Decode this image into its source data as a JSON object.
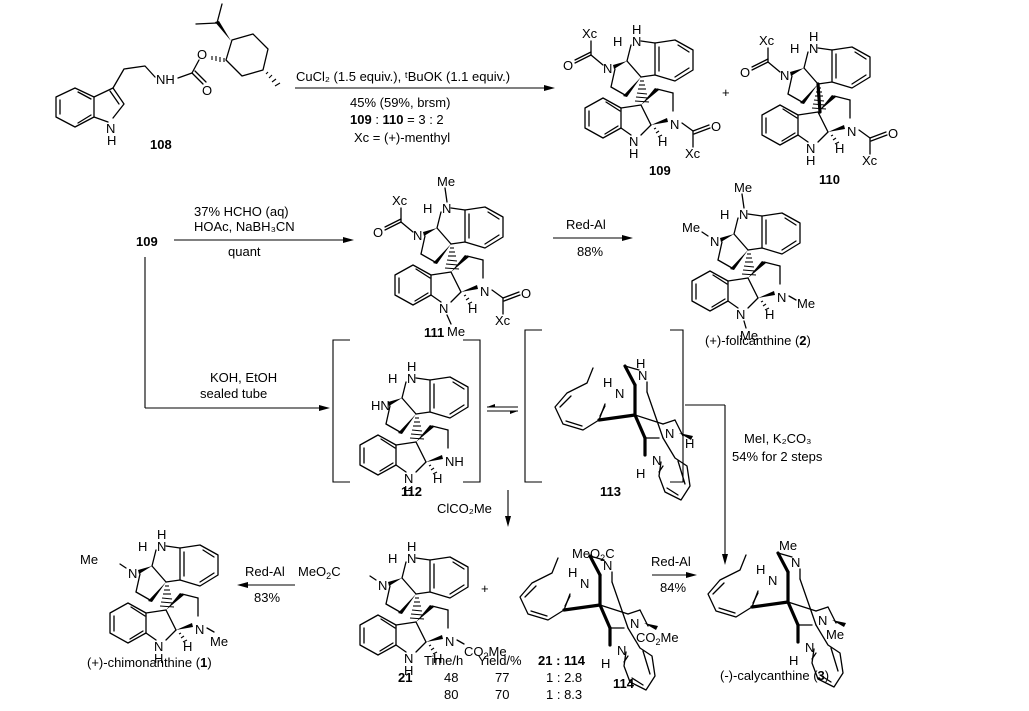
{
  "figure": {
    "type": "reaction-scheme",
    "compounds": {
      "c108": {
        "label": "108",
        "atoms": [
          "NH",
          "O",
          "O",
          "N",
          "H"
        ]
      },
      "c109": {
        "label": "109",
        "substituent": "Xc"
      },
      "c110": {
        "label": "110",
        "substituent": "Xc"
      },
      "c111": {
        "label": "111",
        "substituent": "Xc",
        "n_methyl": "Me"
      },
      "c112": {
        "label": "112"
      },
      "c113": {
        "label": "113"
      },
      "c21": {
        "label": "21",
        "substituent": "CO2Me"
      },
      "c114": {
        "label": "114",
        "substituent": "CO2Me"
      },
      "folicanthine": {
        "name_prefix": "(+)-folicanthine (",
        "number": "2",
        "name_suffix": ")"
      },
      "chimonanthine": {
        "name_prefix": "(+)-chimonanthine (",
        "number": "1",
        "name_suffix": ")"
      },
      "calycanthine": {
        "name_prefix": "(-)-calycanthine (",
        "number": "3",
        "name_suffix": ")"
      }
    },
    "reactions": {
      "step1": {
        "reagents_line1": "CuCl₂ (1.5 equiv.), ᵗBuOK (1.1 equiv.)",
        "yield": "45% (59%, brsm)",
        "ratio_a": "109",
        "ratio_sep": " : ",
        "ratio_b": "110",
        "ratio_value": " = 3 : 2",
        "note": "Xc = (+)-menthyl",
        "plus": "+"
      },
      "step2": {
        "start": "109",
        "reagents_line1": "37% HCHO (aq)",
        "reagents_line2": "HOAc, NaBH₃CN",
        "yield": "quant"
      },
      "step3": {
        "reagent": "Red-Al",
        "yield": "88%"
      },
      "step4": {
        "reagents_line1": "KOH, EtOH",
        "reagents_line2": "sealed tube"
      },
      "step5": {
        "reagent": "ClCO₂Me",
        "plus": "+"
      },
      "step6": {
        "reagent": "Red-Al",
        "yield": "83%"
      },
      "step7": {
        "reagent": "Red-Al",
        "yield": "84%"
      },
      "step8": {
        "reagents_line1": "MeI, K₂CO₃",
        "reagents_line2": "54% for 2 steps"
      }
    },
    "table": {
      "headers": [
        "Time/h",
        "Yield/%",
        "21 : 114"
      ],
      "rows": [
        {
          "time": "48",
          "yield": "77",
          "ratio": "1 : 2.8"
        },
        {
          "time": "80",
          "yield": "70",
          "ratio": "1 : 8.3"
        }
      ]
    }
  }
}
